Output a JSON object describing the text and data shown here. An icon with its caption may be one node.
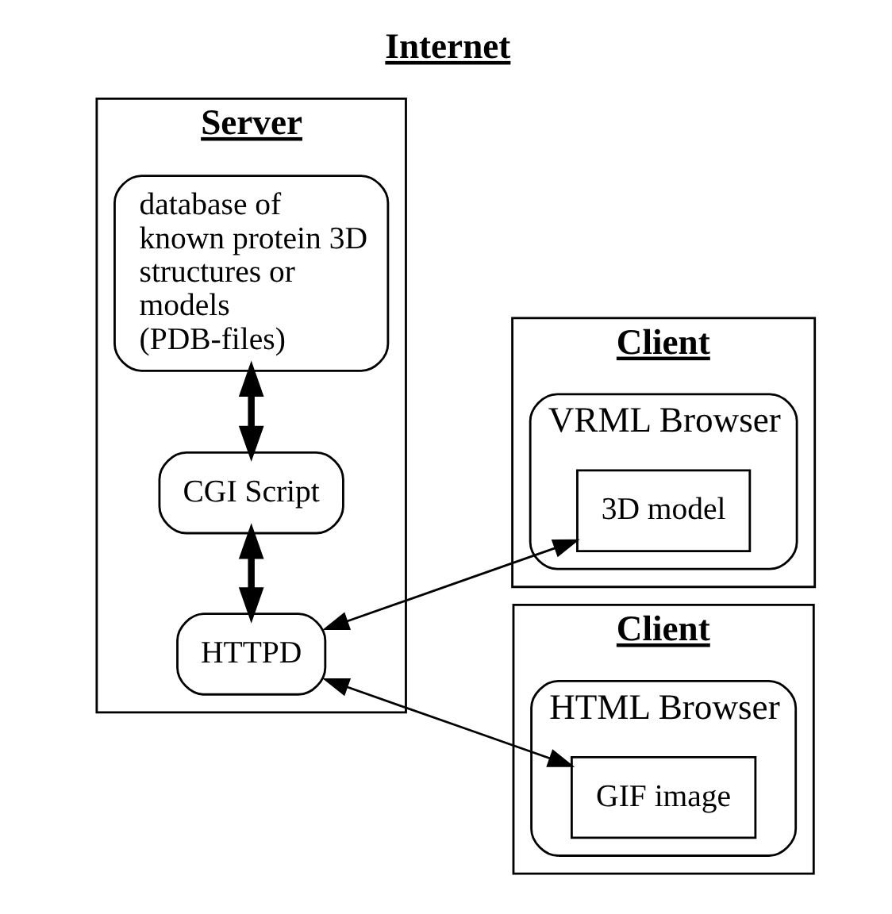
{
  "diagram": {
    "title": "Internet",
    "nodes": [
      {
        "text": [
          "Server"
        ]
      },
      {
        "text": [
          "HTTPD"
        ],
        "in": 0
      },
      {
        "text": [
          "CGI Script"
        ],
        "in": 0
      },
      {
        "text": [
          "database of known protein 3D structures or models (PDB-files)"
        ],
        "in": 0
      },
      {
        "text": [
          "Client"
        ]
      },
      {
        "text": [
          "VRML Browser"
        ],
        "in": 4
      },
      {
        "text": [
          "3D model"
        ],
        "in": 5
      },
      {
        "text": [
          "Client"
        ]
      },
      {
        "text": [
          "HTML Browser"
        ],
        "in": 7
      },
      {
        "text": [
          "GIF image"
        ],
        "in": 8
      }
    ],
    "edges": [
      {
        "from": 1,
        "to": 2,
        "arrow": "both",
        "style": "thick"
      },
      {
        "from": 2,
        "to": 3,
        "arrow": "both",
        "style": "thick"
      },
      {
        "from": 1,
        "to": 6,
        "arrow": "both"
      },
      {
        "from": 1,
        "to": 9,
        "arrow": "both"
      }
    ]
  }
}
